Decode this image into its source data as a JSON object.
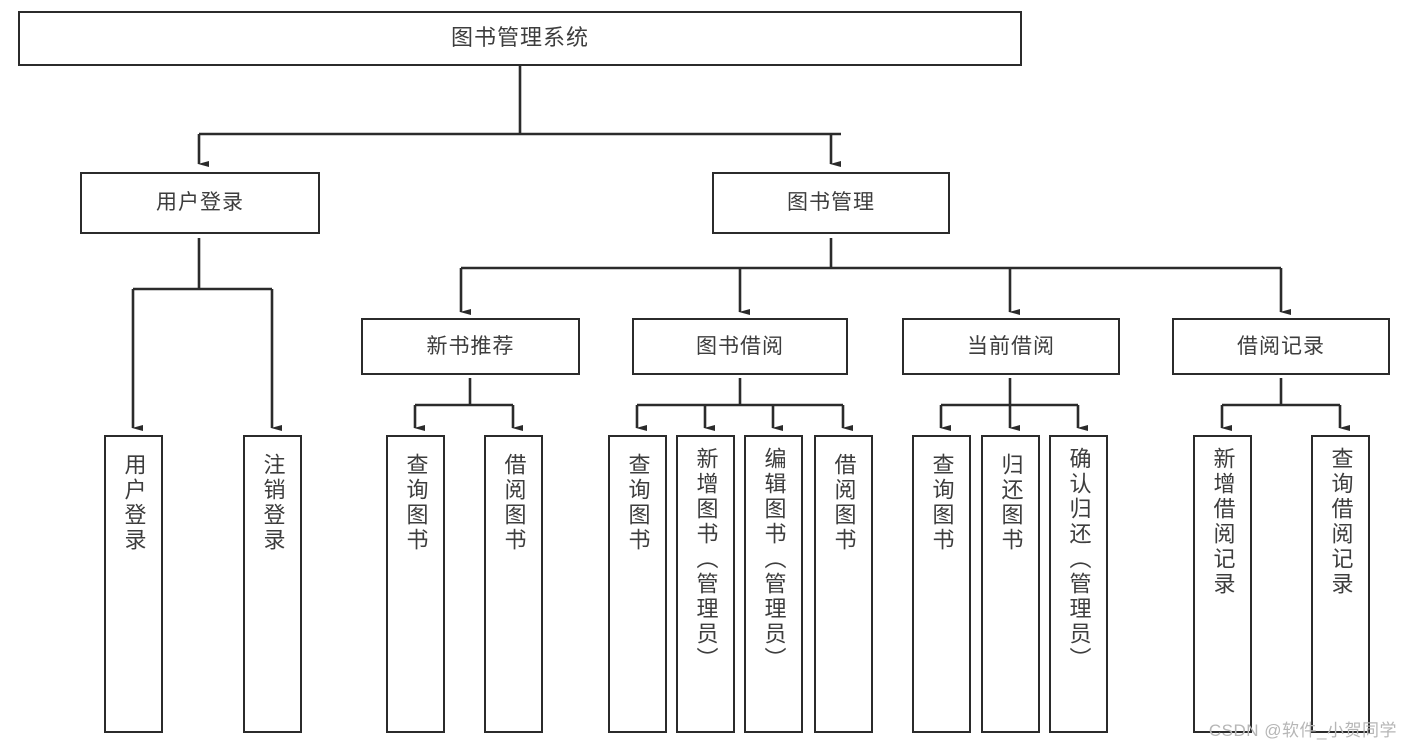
{
  "diagram": {
    "title": "图书管理系统",
    "type": "功能结构图",
    "watermark": "CSDN @软件_小贺同学",
    "colors": {
      "box_border": "#2b2b2b",
      "box_fill": "#ffffff",
      "text": "#3d3d3d",
      "edge": "#2b2b2b",
      "watermark": "#b6b6b6"
    },
    "nodes": {
      "root": {
        "label": "图书管理系统"
      },
      "level2": [
        {
          "id": "user-login",
          "label": "用户登录"
        },
        {
          "id": "book-manage",
          "label": "图书管理"
        }
      ],
      "level3": [
        {
          "id": "new-book-recommend",
          "label": "新书推荐"
        },
        {
          "id": "book-borrow",
          "label": "图书借阅"
        },
        {
          "id": "current-borrow",
          "label": "当前借阅"
        },
        {
          "id": "borrow-record",
          "label": "借阅记录"
        }
      ],
      "leaves": {
        "user-login": [
          {
            "id": "leaf-user-login",
            "label": "用户登录"
          },
          {
            "id": "leaf-user-logout",
            "label": "注销登录"
          }
        ],
        "new-book-recommend": [
          {
            "id": "leaf-query-book-1",
            "label": "查询图书"
          },
          {
            "id": "leaf-borrow-book-1",
            "label": "借阅图书"
          }
        ],
        "book-borrow": [
          {
            "id": "leaf-query-book-2",
            "label": "查询图书"
          },
          {
            "id": "leaf-add-book",
            "label": "新增图书（管理员）"
          },
          {
            "id": "leaf-edit-book",
            "label": "编辑图书（管理员）"
          },
          {
            "id": "leaf-borrow-book-2",
            "label": "借阅图书"
          }
        ],
        "current-borrow": [
          {
            "id": "leaf-query-book-3",
            "label": "查询图书"
          },
          {
            "id": "leaf-return-book",
            "label": "归还图书"
          },
          {
            "id": "leaf-confirm-return",
            "label": "确认归还（管理员）"
          }
        ],
        "borrow-record": [
          {
            "id": "leaf-add-record",
            "label": "新增借阅记录"
          },
          {
            "id": "leaf-query-record",
            "label": "查询借阅记录"
          }
        ]
      }
    }
  }
}
